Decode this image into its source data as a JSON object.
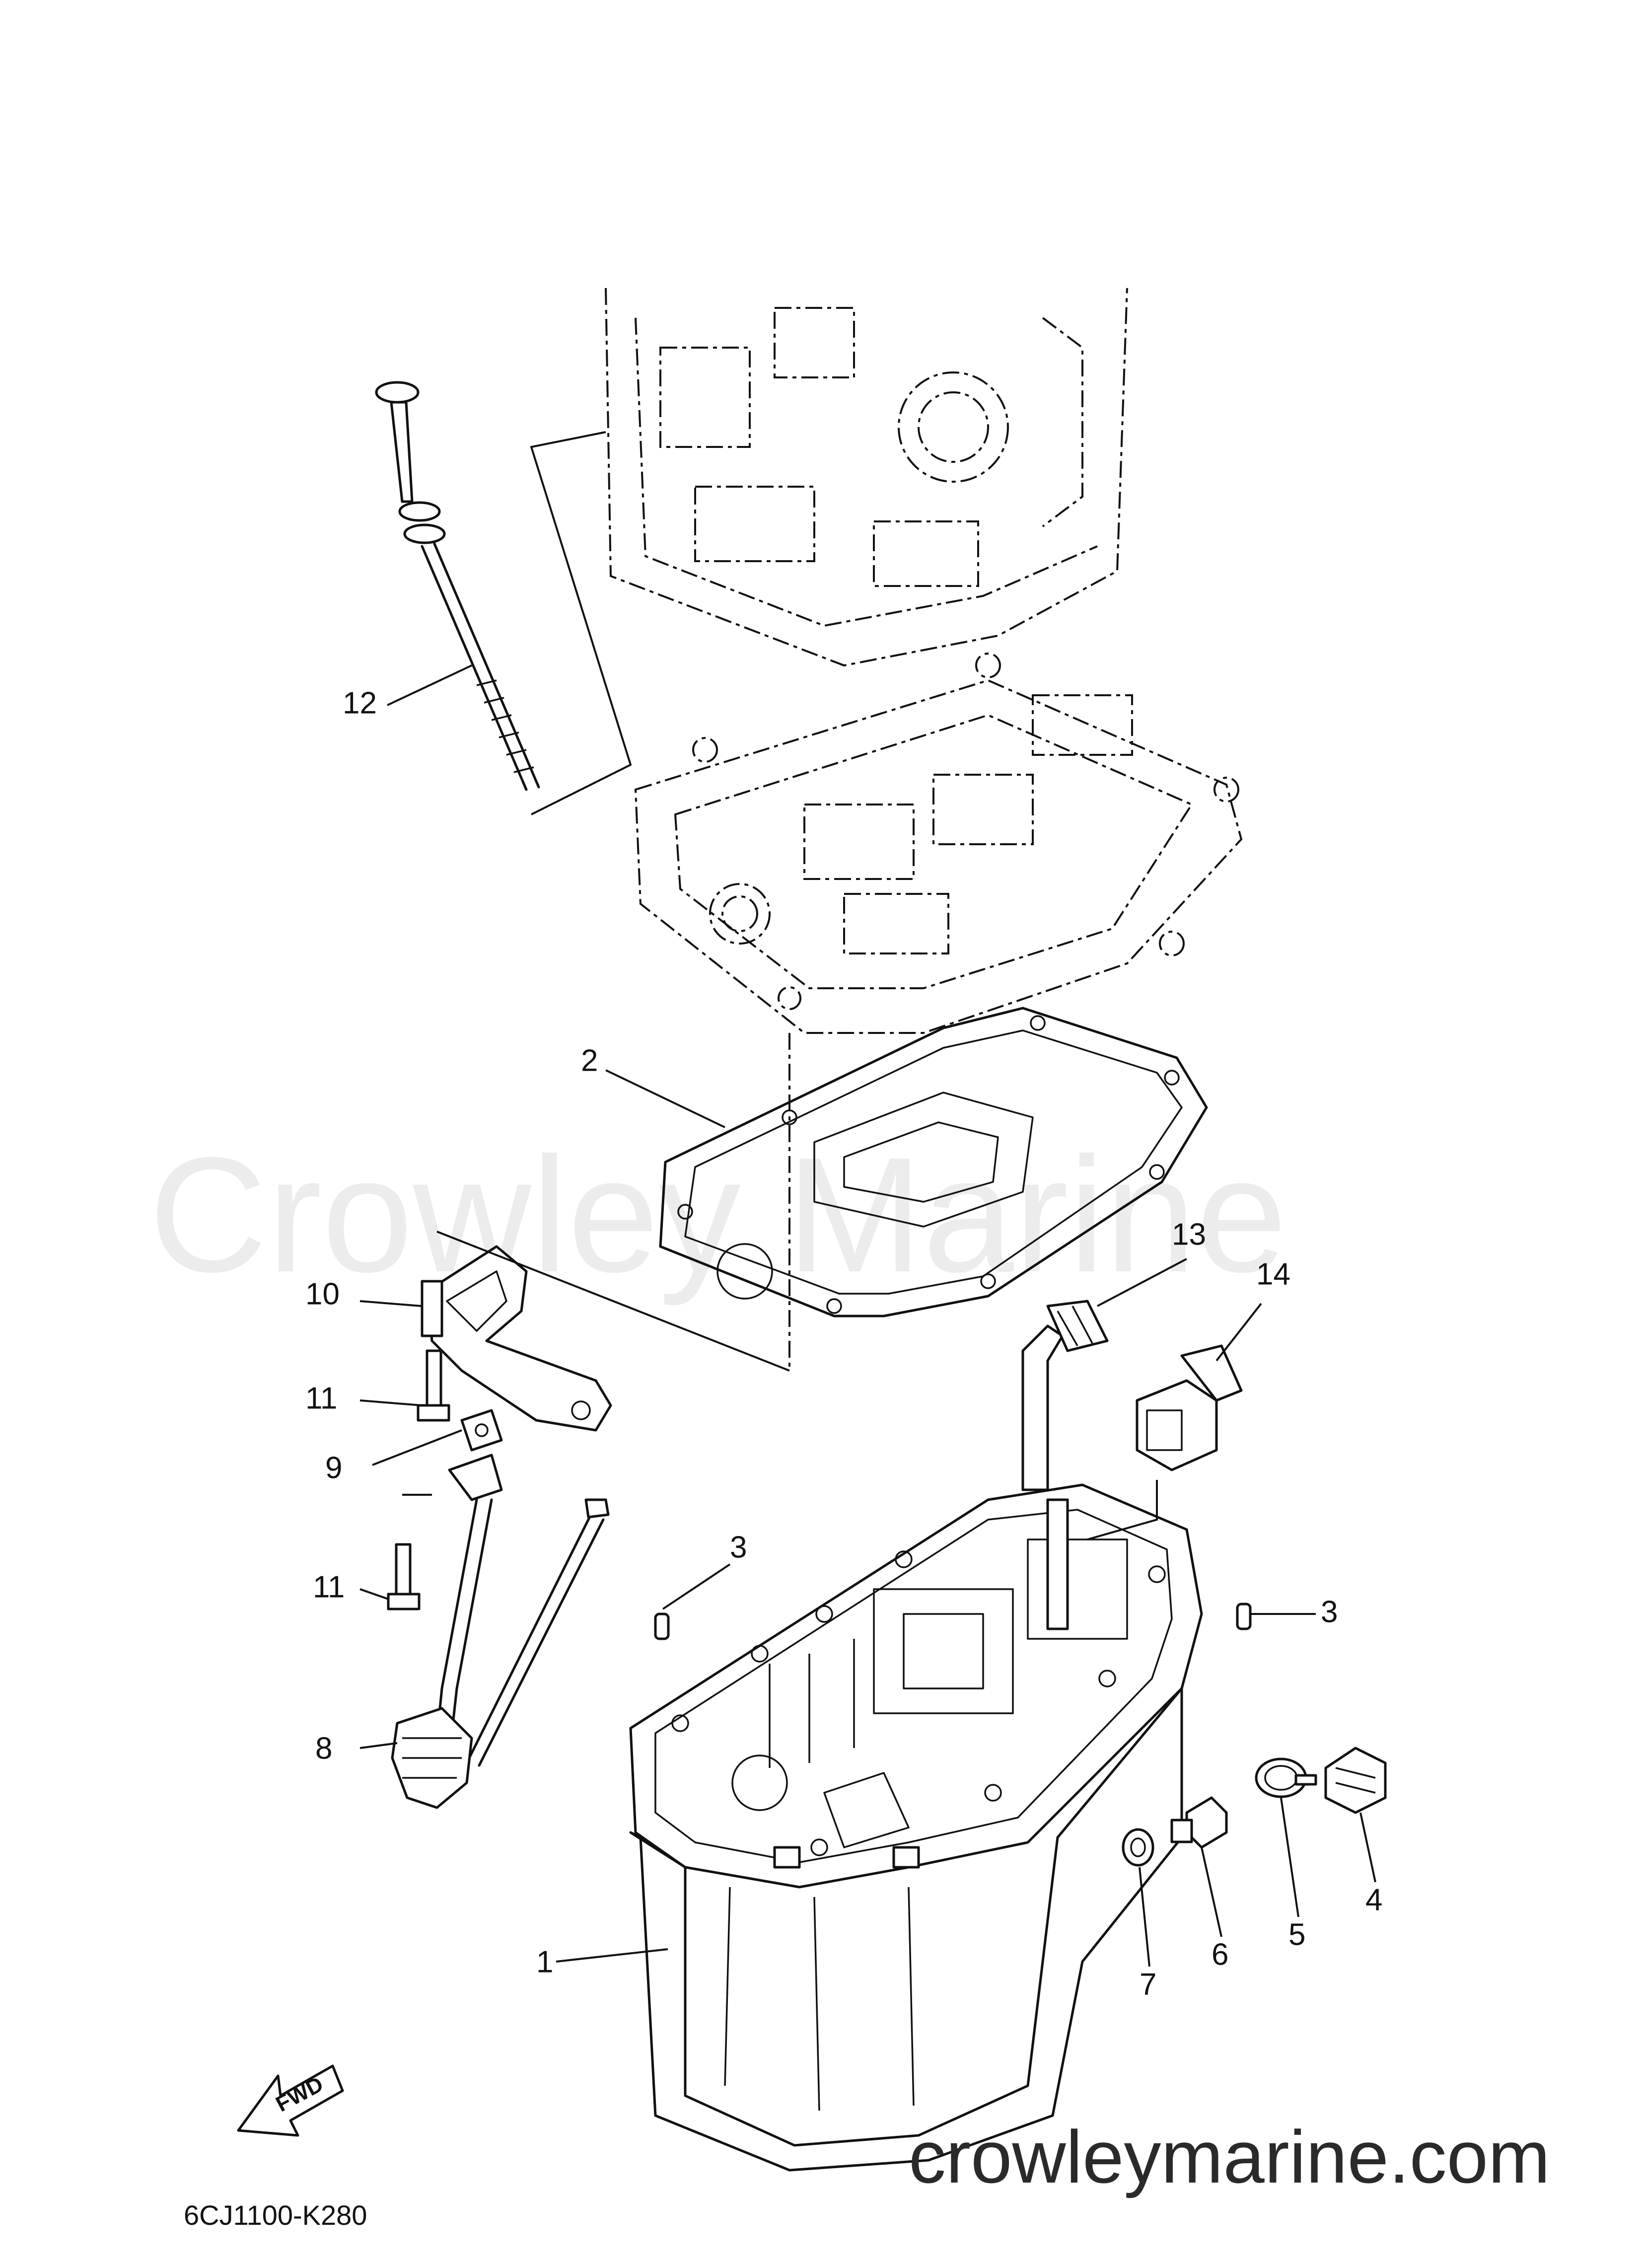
{
  "watermark": "Crowley Marine",
  "site_footer": "crowleymarine.com",
  "diagram_code": "6CJ1100-K280",
  "fwd_label": "FWD",
  "callouts": [
    "1",
    "2",
    "3",
    "3",
    "4",
    "5",
    "6",
    "7",
    "8",
    "9",
    "10",
    "11",
    "11",
    "12",
    "13",
    "14"
  ],
  "icons": [
    "fwd-arrow-icon"
  ]
}
